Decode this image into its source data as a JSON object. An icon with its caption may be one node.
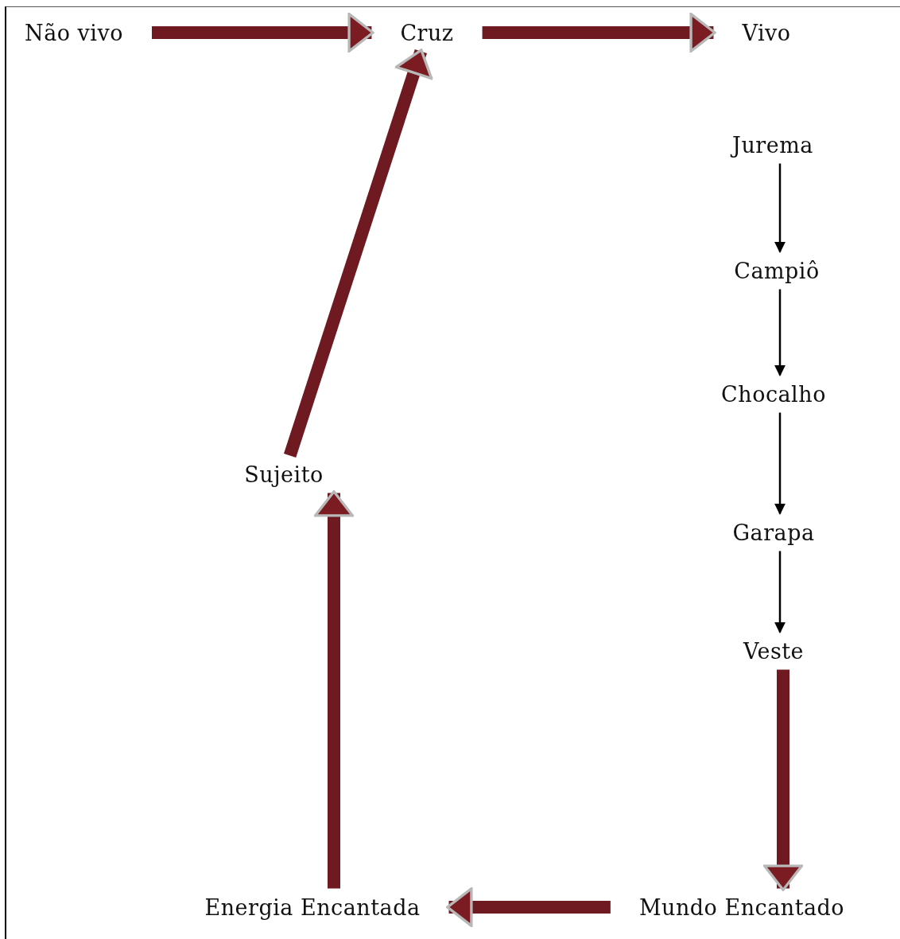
{
  "diagram": {
    "nodes": [
      {
        "text": [
          "Não vivo"
        ]
      },
      {
        "text": [
          "Cruz"
        ]
      },
      {
        "text": [
          "Vivo"
        ]
      },
      {
        "text": [
          "Jurema"
        ]
      },
      {
        "text": [
          "Campiô"
        ]
      },
      {
        "text": [
          "Chocalho"
        ]
      },
      {
        "text": [
          "Garapa"
        ]
      },
      {
        "text": [
          "Veste"
        ]
      },
      {
        "text": [
          "Mundo Encantado"
        ]
      },
      {
        "text": [
          "Energia Encantada"
        ]
      },
      {
        "text": [
          "Sujeito"
        ]
      }
    ],
    "edges": [
      {
        "from": 0,
        "to": 1,
        "arrow": "to"
      },
      {
        "from": 1,
        "to": 2,
        "arrow": "to"
      },
      {
        "from": 3,
        "to": 4,
        "arrow": "to",
        "color": "#000000"
      },
      {
        "from": 4,
        "to": 5,
        "arrow": "to",
        "color": "#000000"
      },
      {
        "from": 5,
        "to": 6,
        "arrow": "to",
        "color": "#000000"
      },
      {
        "from": 6,
        "to": 7,
        "arrow": "to",
        "color": "#000000"
      },
      {
        "from": 7,
        "to": 8,
        "arrow": "to"
      },
      {
        "from": 8,
        "to": 9,
        "arrow": "to"
      },
      {
        "from": 9,
        "to": 10,
        "arrow": "to"
      },
      {
        "from": 10,
        "to": 1,
        "arrow": "to"
      }
    ]
  }
}
